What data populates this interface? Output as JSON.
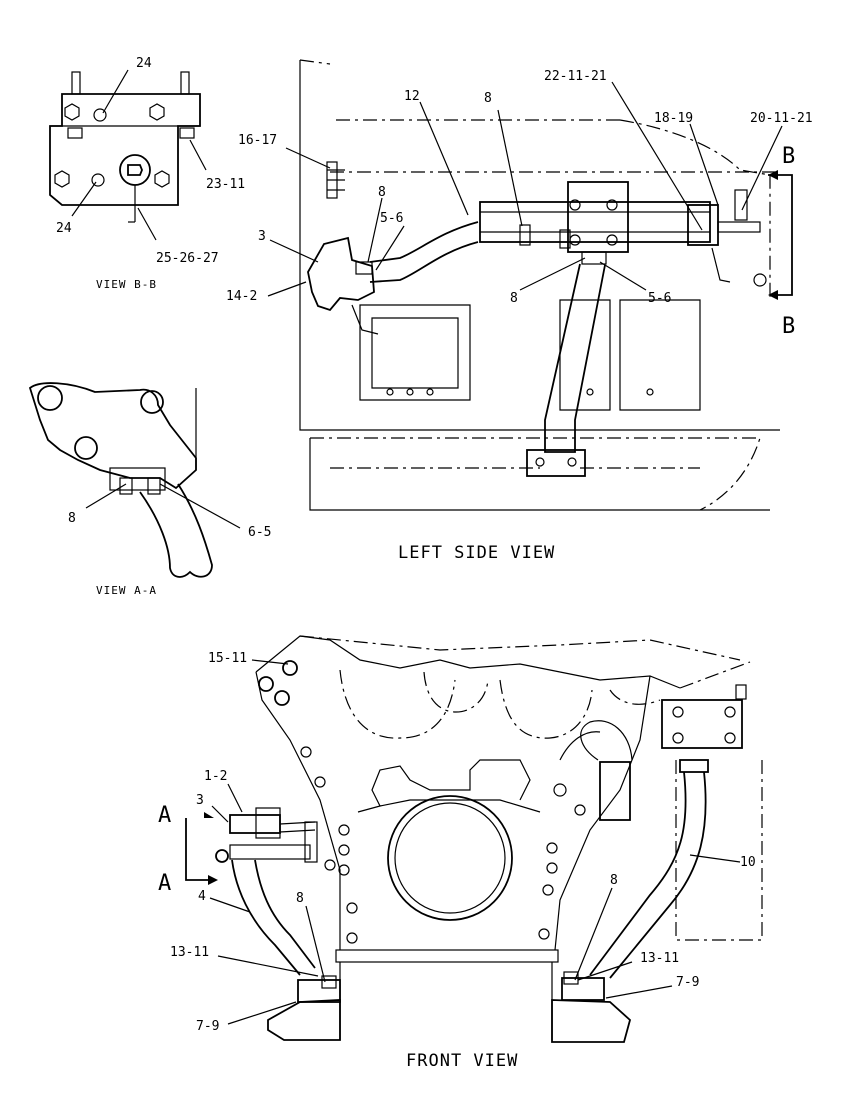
{
  "views": {
    "view_bb": "VIEW B-B",
    "view_aa": "VIEW A-A",
    "left_side": "LEFT SIDE VIEW",
    "front": "FRONT VIEW"
  },
  "section_marks": {
    "b_top": "B",
    "b_bottom": "B",
    "a_top": "A",
    "a_bottom": "A"
  },
  "callouts": {
    "bb_24_top": "24",
    "bb_23_11": "23-11",
    "bb_24_bottom": "24",
    "bb_25_26_27": "25-26-27",
    "aa_8": "8",
    "aa_6_5": "6-5",
    "ls_12": "12",
    "ls_8_top": "8",
    "ls_22_11_21": "22-11-21",
    "ls_18_19": "18-19",
    "ls_20_11_21": "20-11-21",
    "ls_16_17": "16-17",
    "ls_8_left": "8",
    "ls_3": "3",
    "ls_5_6_left": "5-6",
    "ls_14_2": "14-2",
    "ls_8_bottom": "8",
    "ls_5_6_right": "5-6",
    "fv_15_11": "15-11",
    "fv_1_2": "1-2",
    "fv_3": "3",
    "fv_4": "4",
    "fv_8_left": "8",
    "fv_8_right": "8",
    "fv_10": "10",
    "fv_13_11_left": "13-11",
    "fv_13_11_right": "13-11",
    "fv_7_9_left": "7-9",
    "fv_7_9_right": "7-9"
  }
}
